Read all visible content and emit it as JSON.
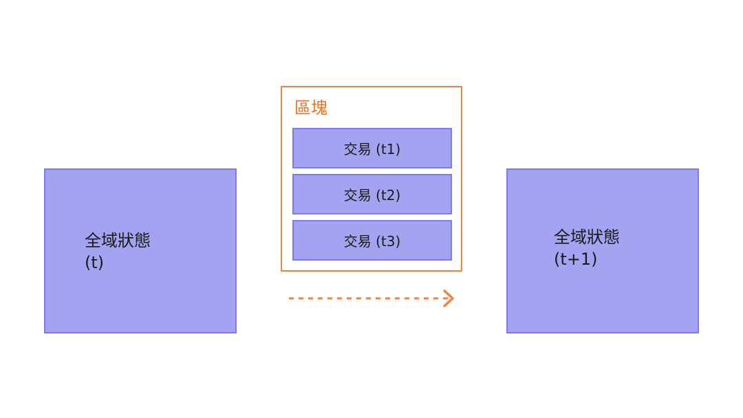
{
  "state_before": {
    "label": "全域狀態",
    "time": "(t)"
  },
  "state_after": {
    "label": "全域狀態",
    "time": "(t+1)"
  },
  "block": {
    "title": "區塊",
    "transactions": [
      {
        "label": "交易 (t1)"
      },
      {
        "label": "交易 (t2)"
      },
      {
        "label": "交易 (t3)"
      }
    ]
  },
  "colors": {
    "state_fill": "#a3a3f2",
    "state_border": "#7b7bef",
    "block_border": "#f5823c",
    "block_title": "#f26f1d",
    "arrow": "#f5823c"
  }
}
